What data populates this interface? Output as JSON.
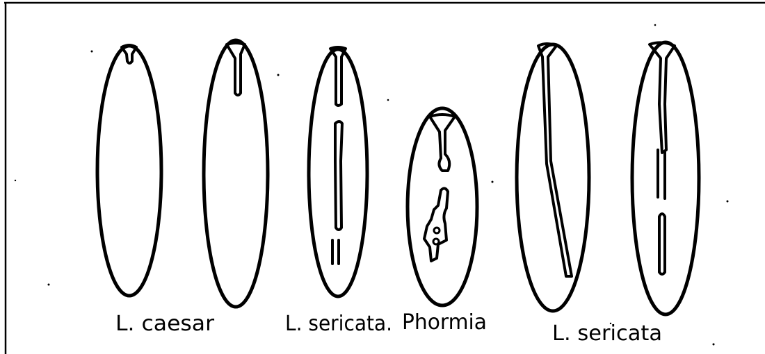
{
  "figure": {
    "labels": {
      "caesar": "L. caesar",
      "sericata_1": "L. sericata.",
      "phormia": "Phormia",
      "sericata_2": "L. sericata"
    },
    "ink_color": "#000000",
    "paper_color": "#ffffff"
  }
}
